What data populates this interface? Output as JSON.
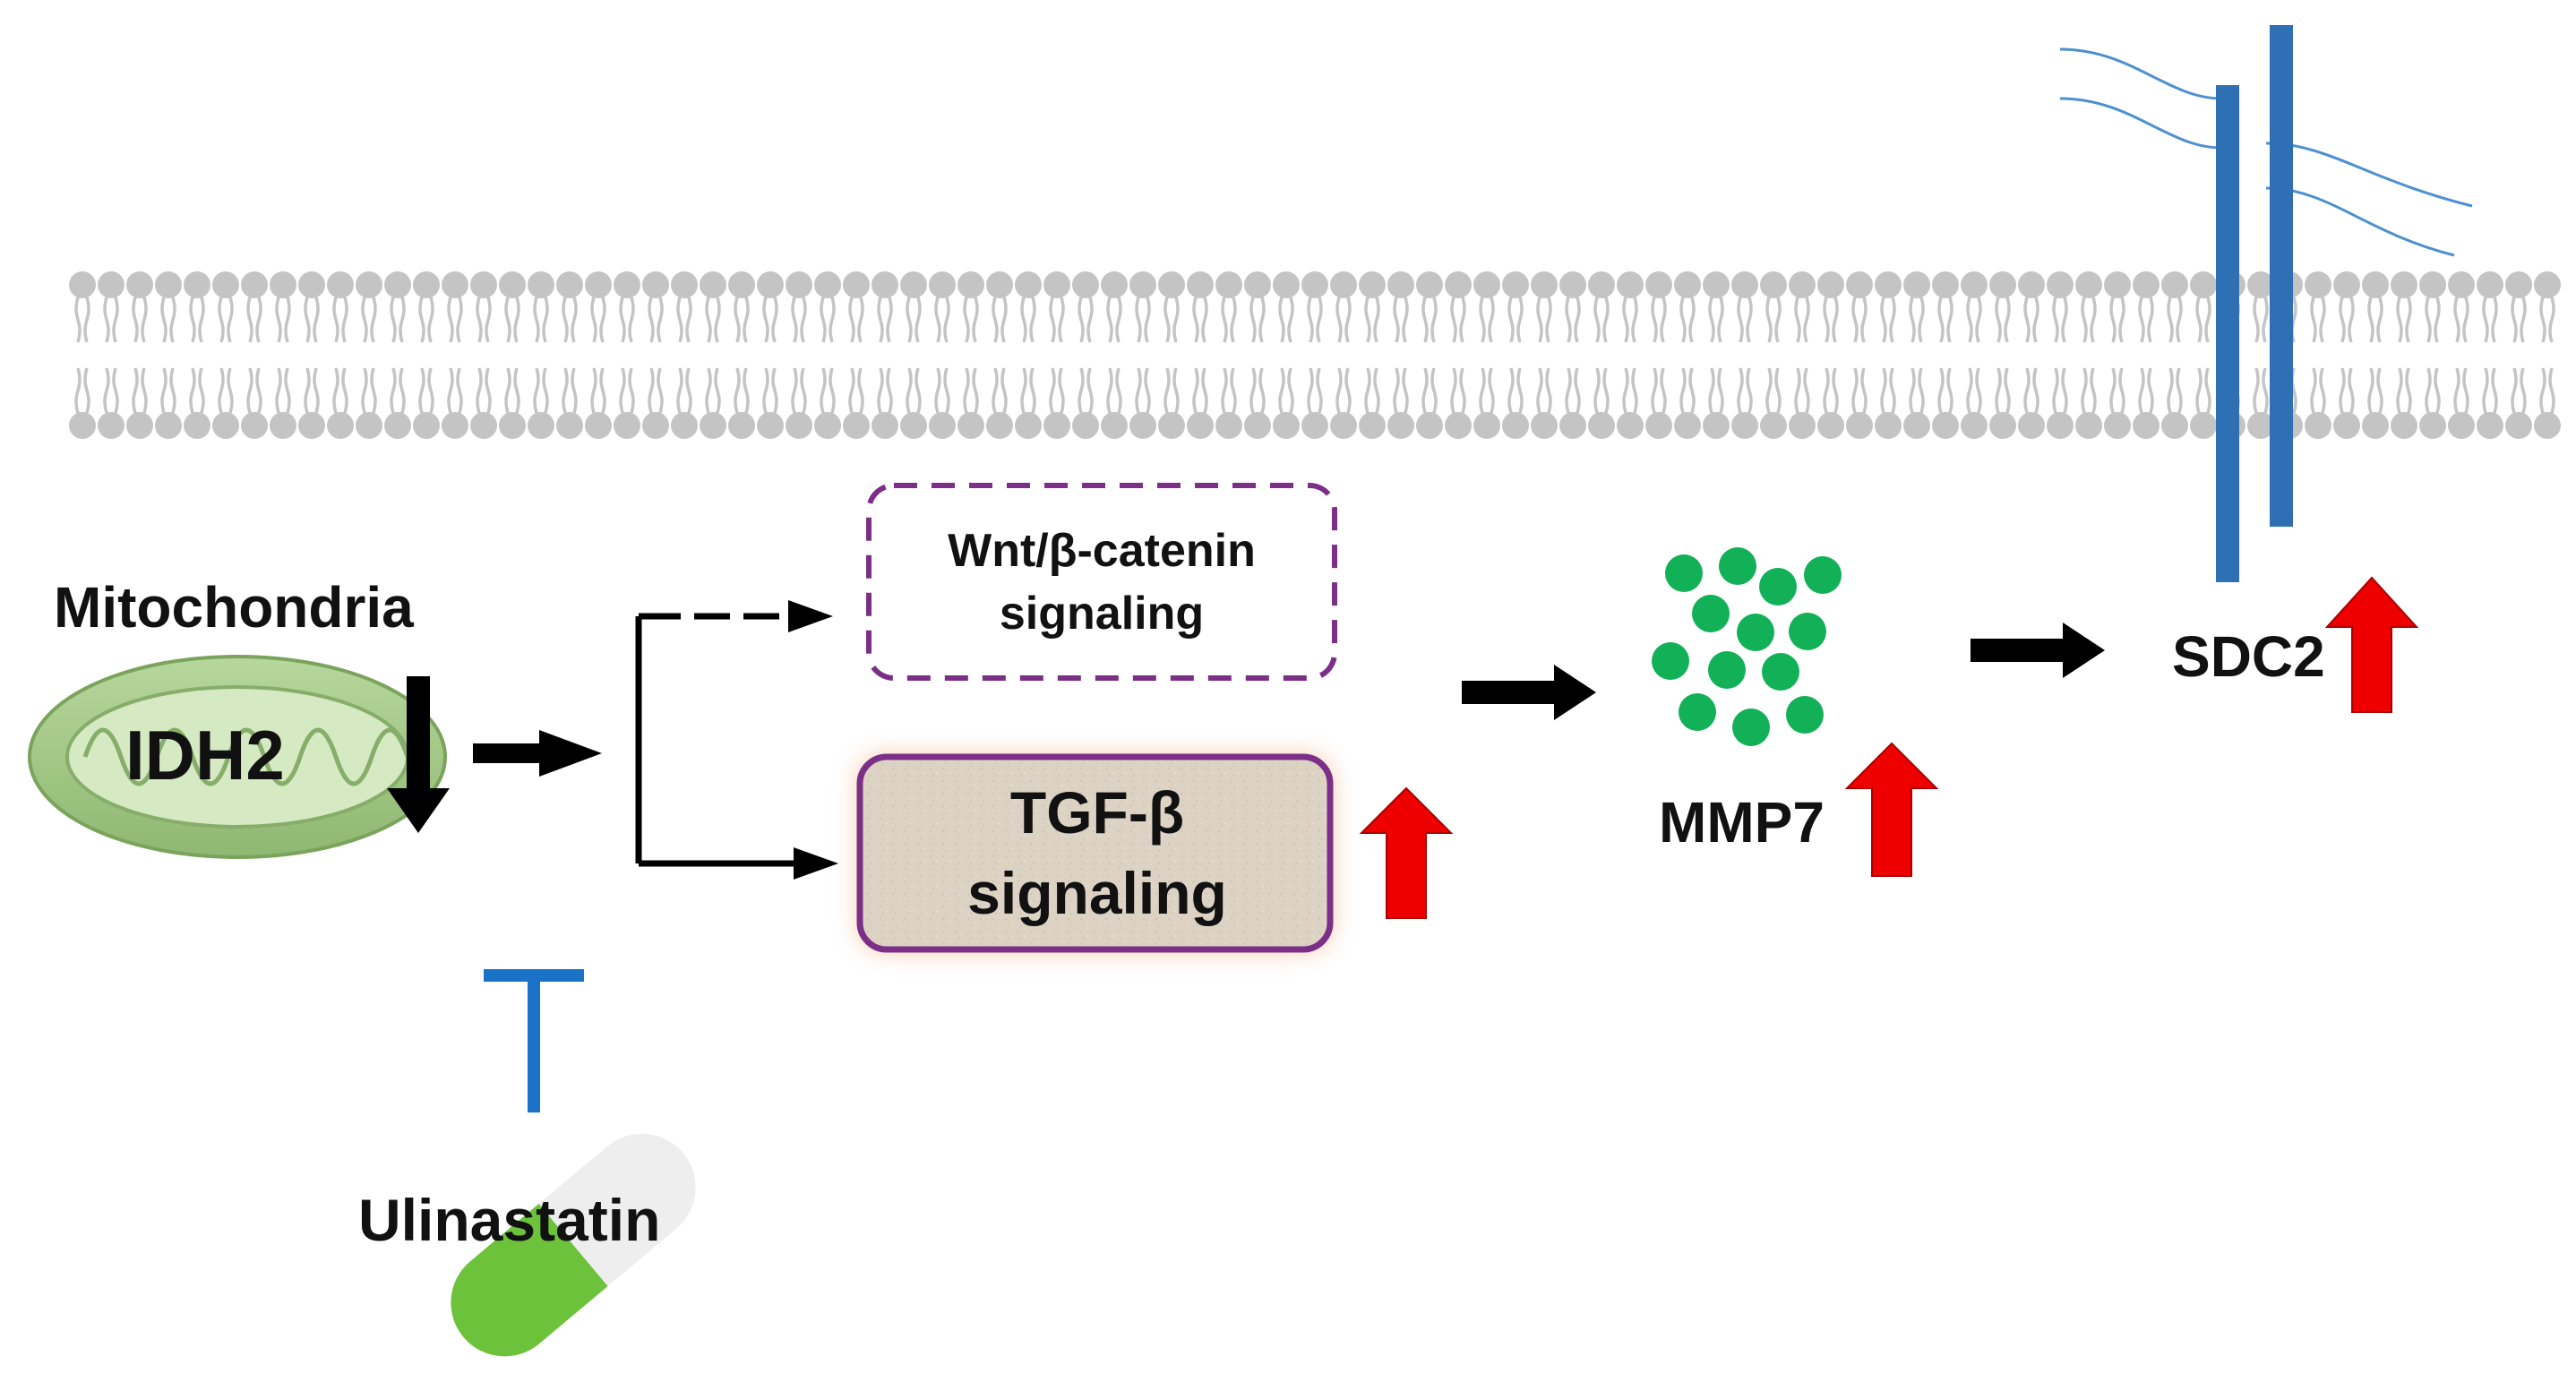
{
  "labels": {
    "mitochondria": "Mitochondria",
    "idh2": "IDH2",
    "wnt_line1": "Wnt/β-catenin",
    "wnt_line2": "signaling",
    "tgf_line1": "TGF-β",
    "tgf_line2": "signaling",
    "mmp7": "MMP7",
    "sdc2": "SDC2",
    "ulinastatin": "Ulinastatin"
  },
  "colors": {
    "membrane": "#c4c4c4",
    "arrow": "#000000",
    "up_arrow": "#ee0000",
    "inhibit": "#1a73c8",
    "sdc2_bar": "#2f6fb4",
    "sdc2_strand": "#4d90cf",
    "mmp7_dots": "#12b057",
    "mitochondria": "#9ec57e",
    "wnt_border": "#7b2f86",
    "tgf_fill": "#dcd3c4",
    "tgf_border": "#7b2f86",
    "tgf_glow": "#f4b183",
    "pill_green": "#6cc23a",
    "pill_white": "#eeeeee"
  },
  "states": {
    "idh2": "down",
    "tgf_beta_signaling": "up",
    "mmp7": "up",
    "sdc2": "up",
    "ulinastatin_effect": "inhibit"
  },
  "icons": [
    "cell-membrane-icon",
    "mitochondria-icon",
    "dot-cluster-icon",
    "capsule-pill-icon",
    "syndecan-icon"
  ]
}
